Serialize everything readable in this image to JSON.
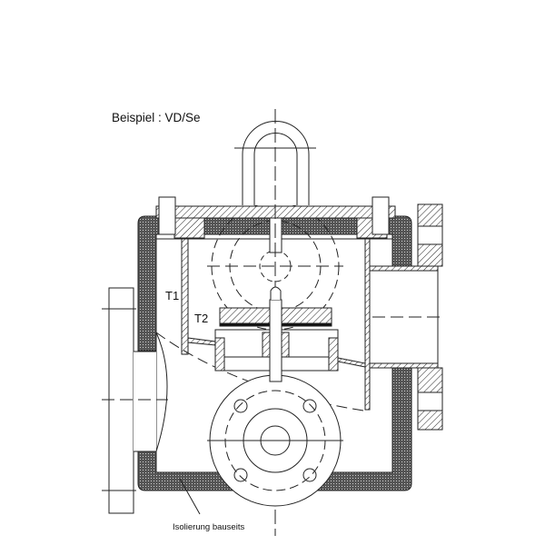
{
  "title": "Beispiel : VD/Se",
  "labels": {
    "t1": "T1",
    "t2": "T2",
    "insulation": "Isolierung bauseits"
  }
}
